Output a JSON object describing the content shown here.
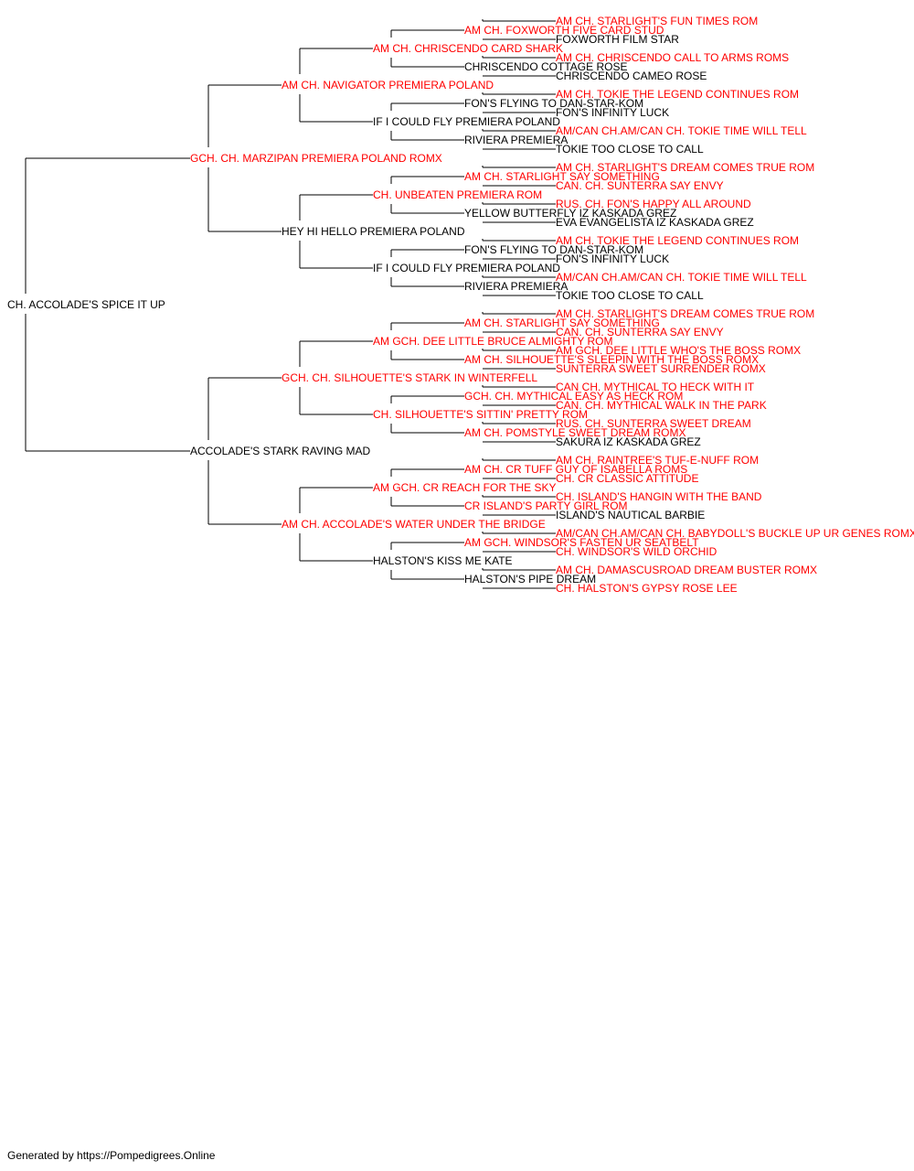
{
  "colors": {
    "champion": "#ff0000",
    "regular": "#000000",
    "line": "#000000"
  },
  "subject": {
    "name": "CH. ACCOLADE'S SPICE IT UP",
    "champion": false
  },
  "pedigree": [
    {
      "name": "GCH. CH. MARZIPAN PREMIERA POLAND ROMX",
      "champion": true
    },
    {
      "name": "ACCOLADE'S STARK RAVING MAD",
      "champion": false
    },
    {
      "name": "AM CH. NAVIGATOR PREMIERA POLAND",
      "champion": true
    },
    {
      "name": "HEY HI HELLO PREMIERA POLAND",
      "champion": false
    },
    {
      "name": "GCH. CH. SILHOUETTE'S STARK IN WINTERFELL",
      "champion": true
    },
    {
      "name": "AM CH. ACCOLADE'S WATER UNDER THE BRIDGE",
      "champion": true
    },
    {
      "name": "AM CH. CHRISCENDO CARD SHARK",
      "champion": true
    },
    {
      "name": "IF I COULD FLY PREMIERA POLAND",
      "champion": false
    },
    {
      "name": "CH. UNBEATEN PREMIERA ROM",
      "champion": true
    },
    {
      "name": "IF I COULD FLY PREMIERA POLAND",
      "champion": false
    },
    {
      "name": "AM GCH. DEE LITTLE BRUCE ALMIGHTY ROM",
      "champion": true
    },
    {
      "name": "CH. SILHOUETTE'S SITTIN' PRETTY ROM",
      "champion": true
    },
    {
      "name": "AM GCH. CR REACH FOR THE SKY",
      "champion": true
    },
    {
      "name": "HALSTON'S KISS ME KATE",
      "champion": false
    },
    {
      "name": "AM CH. FOXWORTH FIVE CARD STUD",
      "champion": true
    },
    {
      "name": "CHRISCENDO COTTAGE ROSE",
      "champion": false
    },
    {
      "name": "FON'S FLYING TO DAN-STAR-KOM",
      "champion": false
    },
    {
      "name": "RIVIERA PREMIERA",
      "champion": false
    },
    {
      "name": "AM CH. STARLIGHT SAY SOMETHING",
      "champion": true
    },
    {
      "name": "YELLOW BUTTERFLY IZ KASKADA GREZ",
      "champion": false
    },
    {
      "name": "FON'S FLYING TO DAN-STAR-KOM",
      "champion": false
    },
    {
      "name": "RIVIERA PREMIERA",
      "champion": false
    },
    {
      "name": "AM CH. STARLIGHT SAY SOMETHING",
      "champion": true
    },
    {
      "name": "AM CH. SILHOUETTE'S SLEEPIN WITH THE BOSS ROMX",
      "champion": true
    },
    {
      "name": "GCH. CH. MYTHICAL EASY AS HECK ROM",
      "champion": true
    },
    {
      "name": "AM CH. POMSTYLE SWEET DREAM ROMX",
      "champion": true
    },
    {
      "name": "AM CH. CR TUFF GUY OF ISABELLA ROMS",
      "champion": true
    },
    {
      "name": "CR ISLAND'S PARTY GIRL ROM",
      "champion": true
    },
    {
      "name": "AM GCH. WINDSOR'S FASTEN UR SEATBELT",
      "champion": true
    },
    {
      "name": "HALSTON'S PIPE DREAM",
      "champion": false
    },
    {
      "name": "AM CH. STARLIGHT'S FUN TIMES ROM",
      "champion": true
    },
    {
      "name": "FOXWORTH FILM STAR",
      "champion": false
    },
    {
      "name": "AM CH. CHRISCENDO CALL TO ARMS ROMS",
      "champion": true
    },
    {
      "name": "CHRISCENDO CAMEO ROSE",
      "champion": false
    },
    {
      "name": "AM CH. TOKIE THE LEGEND CONTINUES ROM",
      "champion": true
    },
    {
      "name": "FON'S INFINITY LUCK",
      "champion": false
    },
    {
      "name": "AM/CAN CH.AM/CAN CH. TOKIE TIME WILL TELL",
      "champion": true
    },
    {
      "name": "TOKIE TOO CLOSE TO CALL",
      "champion": false
    },
    {
      "name": "AM CH. STARLIGHT'S DREAM COMES TRUE ROM",
      "champion": true
    },
    {
      "name": "CAN. CH. SUNTERRA SAY ENVY",
      "champion": true
    },
    {
      "name": "RUS. CH. FON'S HAPPY ALL AROUND",
      "champion": true
    },
    {
      "name": "EVA EVANGELISTA IZ KASKADA GREZ",
      "champion": false
    },
    {
      "name": "AM CH. TOKIE THE LEGEND CONTINUES ROM",
      "champion": true
    },
    {
      "name": "FON'S INFINITY LUCK",
      "champion": false
    },
    {
      "name": "AM/CAN CH.AM/CAN CH. TOKIE TIME WILL TELL",
      "champion": true
    },
    {
      "name": "TOKIE TOO CLOSE TO CALL",
      "champion": false
    },
    {
      "name": "AM CH. STARLIGHT'S DREAM COMES TRUE ROM",
      "champion": true
    },
    {
      "name": "CAN. CH. SUNTERRA SAY ENVY",
      "champion": true
    },
    {
      "name": "AM GCH. DEE LITTLE WHO'S THE BOSS ROMX",
      "champion": true
    },
    {
      "name": "SUNTERRA SWEET SURRENDER ROMX",
      "champion": true
    },
    {
      "name": "CAN CH. MYTHICAL TO HECK WITH IT",
      "champion": true
    },
    {
      "name": "CAN. CH. MYTHICAL WALK IN THE PARK",
      "champion": true
    },
    {
      "name": "RUS. CH. SUNTERRA SWEET DREAM",
      "champion": true
    },
    {
      "name": "SAKURA IZ KASKADA GREZ",
      "champion": false
    },
    {
      "name": "AM CH. RAINTREE'S TUF-E-NUFF ROM",
      "champion": true
    },
    {
      "name": "CH. CR CLASSIC ATTITUDE",
      "champion": true
    },
    {
      "name": "CH. ISLAND'S HANGIN WITH THE BAND",
      "champion": true
    },
    {
      "name": "ISLAND'S NAUTICAL BARBIE",
      "champion": false
    },
    {
      "name": "AM/CAN CH.AM/CAN CH. BABYDOLL'S BUCKLE UP UR GENES ROMX",
      "champion": true
    },
    {
      "name": "CH. WINDSOR'S WILD ORCHID",
      "champion": true
    },
    {
      "name": "AM CH. DAMASCUSROAD DREAM BUSTER ROMX",
      "champion": true
    },
    {
      "name": "CH. HALSTON'S GYPSY ROSE LEE",
      "champion": true
    }
  ],
  "footer": {
    "text": "Generated by https://Pompedigrees.Online"
  }
}
